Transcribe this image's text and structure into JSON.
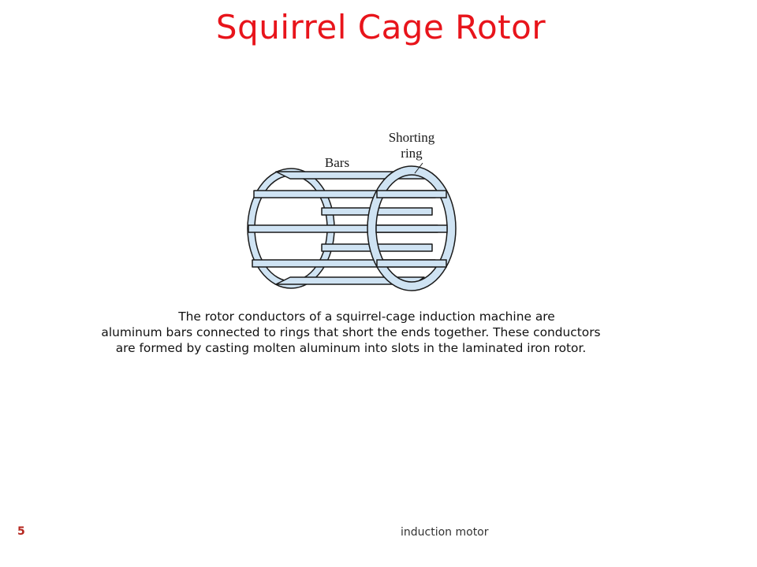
{
  "slide": {
    "title": "Squirrel Cage Rotor",
    "page_number": "5",
    "footer": "induction motor"
  },
  "diagram": {
    "labels": {
      "bars": "Bars",
      "shorting_ring_line1": "Shorting",
      "shorting_ring_line2": "ring"
    },
    "colors": {
      "metal_fill": "#cfe3f3",
      "outline": "#1a1a1a"
    }
  },
  "caption": {
    "line1": "The rotor conductors of a squirrel-cage induction machine are",
    "line2": "aluminum bars connected to rings that short the ends together.  These conductors",
    "line3": "are formed by casting molten aluminum into slots in the laminated iron rotor."
  }
}
